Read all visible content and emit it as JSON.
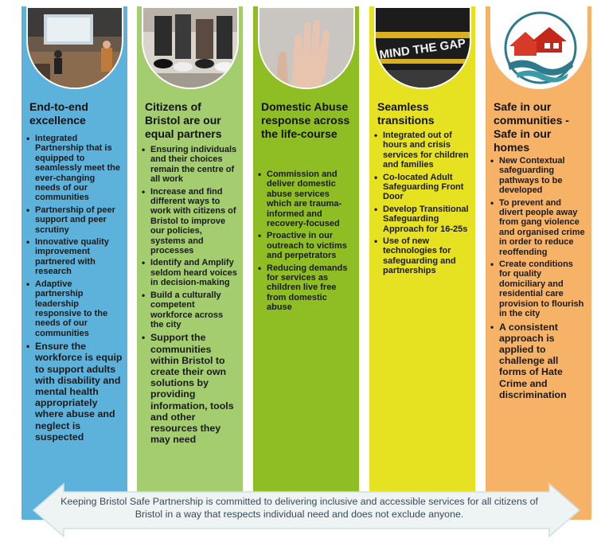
{
  "columns": [
    {
      "id": "c1",
      "title": "End-to-end excellence",
      "photo_icon": "presentation-photo",
      "bullets": [
        {
          "text": "Integrated Partnership that is equipped to seamlessly meet the ever-changing needs of our communities",
          "big": false
        },
        {
          "text": "Partnership of peer support and peer scrutiny",
          "big": false
        },
        {
          "text": "Innovative quality improvement partnered with research",
          "big": false
        },
        {
          "text": "Adaptive partnership leadership responsive to the needs of our communities",
          "big": false
        },
        {
          "text": "Ensure the workforce is equip to support adults with disability and mental health appropriately where abuse and neglect is suspected",
          "big": true
        }
      ]
    },
    {
      "id": "c2",
      "title": "Citizens of Bristol are our equal partners",
      "photo_icon": "people-sitting-photo",
      "bullets": [
        {
          "text": "Ensuring individuals and their choices remain the centre of all work",
          "big": false
        },
        {
          "text": "Increase and find different ways to work with citizens of Bristol to improve our policies, systems and processes",
          "big": false
        },
        {
          "text": "Identify and Amplify seldom heard voices in decision-making",
          "big": false
        },
        {
          "text": "Build a culturally competent workforce across the city",
          "big": false
        },
        {
          "text": "Support the communities within Bristol to create their own solutions by providing information, tools and other resources they may need",
          "big": true
        }
      ]
    },
    {
      "id": "c3",
      "title": "Domestic Abuse response across the life-course",
      "photo_icon": "raised-hand-photo",
      "bullets": [
        {
          "text": "Commission and deliver domestic abuse services which are trauma-informed and recovery-focused",
          "big": false
        },
        {
          "text": "Proactive in our outreach to victims and perpetrators",
          "big": false
        },
        {
          "text": "Reducing demands for services as children live free from domestic abuse",
          "big": false
        }
      ]
    },
    {
      "id": "c4",
      "title": "Seamless transitions",
      "photo_icon": "mind-the-gap-photo",
      "photo_text": "MIND THE GAP",
      "bullets": [
        {
          "text": "Integrated out of hours and crisis services for children and families",
          "big": false
        },
        {
          "text": "Co-located Adult Safeguarding Front Door",
          "big": false
        },
        {
          "text": "Develop Transitional Safeguarding Approach for 16-25s",
          "big": false
        },
        {
          "text": "Use of new technologies for safeguarding and partnerships",
          "big": false
        }
      ]
    },
    {
      "id": "c5",
      "title": "Safe in our communities - Safe in our homes",
      "photo_icon": "houses-hands-logo",
      "bullets": [
        {
          "text": "New Contextual safeguarding pathways to be developed",
          "big": false
        },
        {
          "text": "To prevent and divert people away from gang violence and organised crime in order to reduce reoffending",
          "big": false
        },
        {
          "text": "Create conditions for quality domiciliary and residential care provision to flourish in the city",
          "big": false
        },
        {
          "text": "A consistent approach is applied to challenge all forms of Hate Crime and discrimination",
          "big": true
        }
      ]
    }
  ],
  "banner": {
    "text": "Keeping Bristol Safe Partnership is committed to delivering inclusive and accessible services for all citizens of Bristol in a way that respects individual need and does not exclude anyone."
  },
  "colors": {
    "col1": "#5db2dc",
    "col2": "#a4cd70",
    "col3": "#8fbd24",
    "col4": "#e7e221",
    "col5": "#f6b367",
    "banner_fill": "#eef4f4"
  }
}
